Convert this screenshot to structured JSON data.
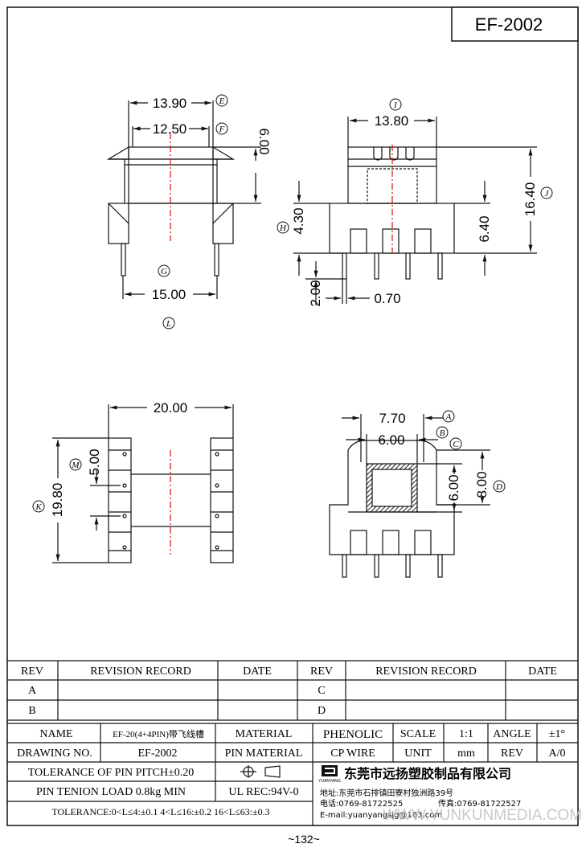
{
  "part_number": "EF-2002",
  "page_number": "~132~",
  "watermark": "WWW.YUNKUNMEDIA.COM",
  "views": {
    "front": {
      "dims": [
        "13.90",
        "12.50",
        "6.00",
        "15.00"
      ],
      "markers": [
        "E",
        "F",
        "G",
        "L"
      ]
    },
    "side": {
      "dims": [
        "13.80",
        "16.40",
        "4.30",
        "6.40",
        "2.00",
        "0.70"
      ],
      "markers": [
        "I",
        "J",
        "H"
      ]
    },
    "bottom": {
      "dims": [
        "20.00",
        "19.80",
        "5.00"
      ],
      "markers": [
        "K",
        "M"
      ]
    },
    "section": {
      "dims": [
        "7.70",
        "6.00",
        "6.00",
        "8.00"
      ],
      "markers": [
        "A",
        "B",
        "C",
        "D"
      ]
    }
  },
  "revision": {
    "headers": [
      "REV",
      "REVISION RECORD",
      "DATE",
      "REV",
      "REVISION RECORD",
      "DATE"
    ],
    "rows": [
      [
        "A",
        "",
        "",
        "C",
        "",
        ""
      ],
      [
        "B",
        "",
        "",
        "D",
        "",
        ""
      ]
    ]
  },
  "title_block": {
    "name_label": "NAME",
    "name_value": "EF-20(4+4PIN)带飞线槽",
    "material_label": "MATERIAL",
    "material_value": "PHENOLIC",
    "scale_label": "SCALE",
    "scale_value": "1:1",
    "angle_label": "ANGLE",
    "angle_value": "±1°",
    "drawing_no_label": "DRAWING NO.",
    "drawing_no_value": "EF-2002",
    "pin_material_label": "PIN MATERIAL",
    "pin_material_value": "CP WIRE",
    "unit_label": "UNIT",
    "unit_value": "mm",
    "rev_label": "REV",
    "rev_value": "A/0",
    "pin_pitch_tolerance": "TOLERANCE OF PIN PITCH±0.20",
    "pin_tension": "PIN TENION LOAD 0.8kg MIN",
    "ul_rec": "UL REC:94V-0",
    "tolerance": "TOLERANCE:0<L≤4:±0.1  4<L≤16:±0.2  16<L≤63:±0.3"
  },
  "company": {
    "logo_text": "YUANYANG",
    "name": "东莞市远扬塑胶制品有限公司",
    "address": "地址:东莞市石排镇田寮村独洲路39号",
    "phone": "电话:0769-81722525",
    "fax": "传真:0769-81722527",
    "email": "E-mail:yuanyangsjg@163.com"
  }
}
